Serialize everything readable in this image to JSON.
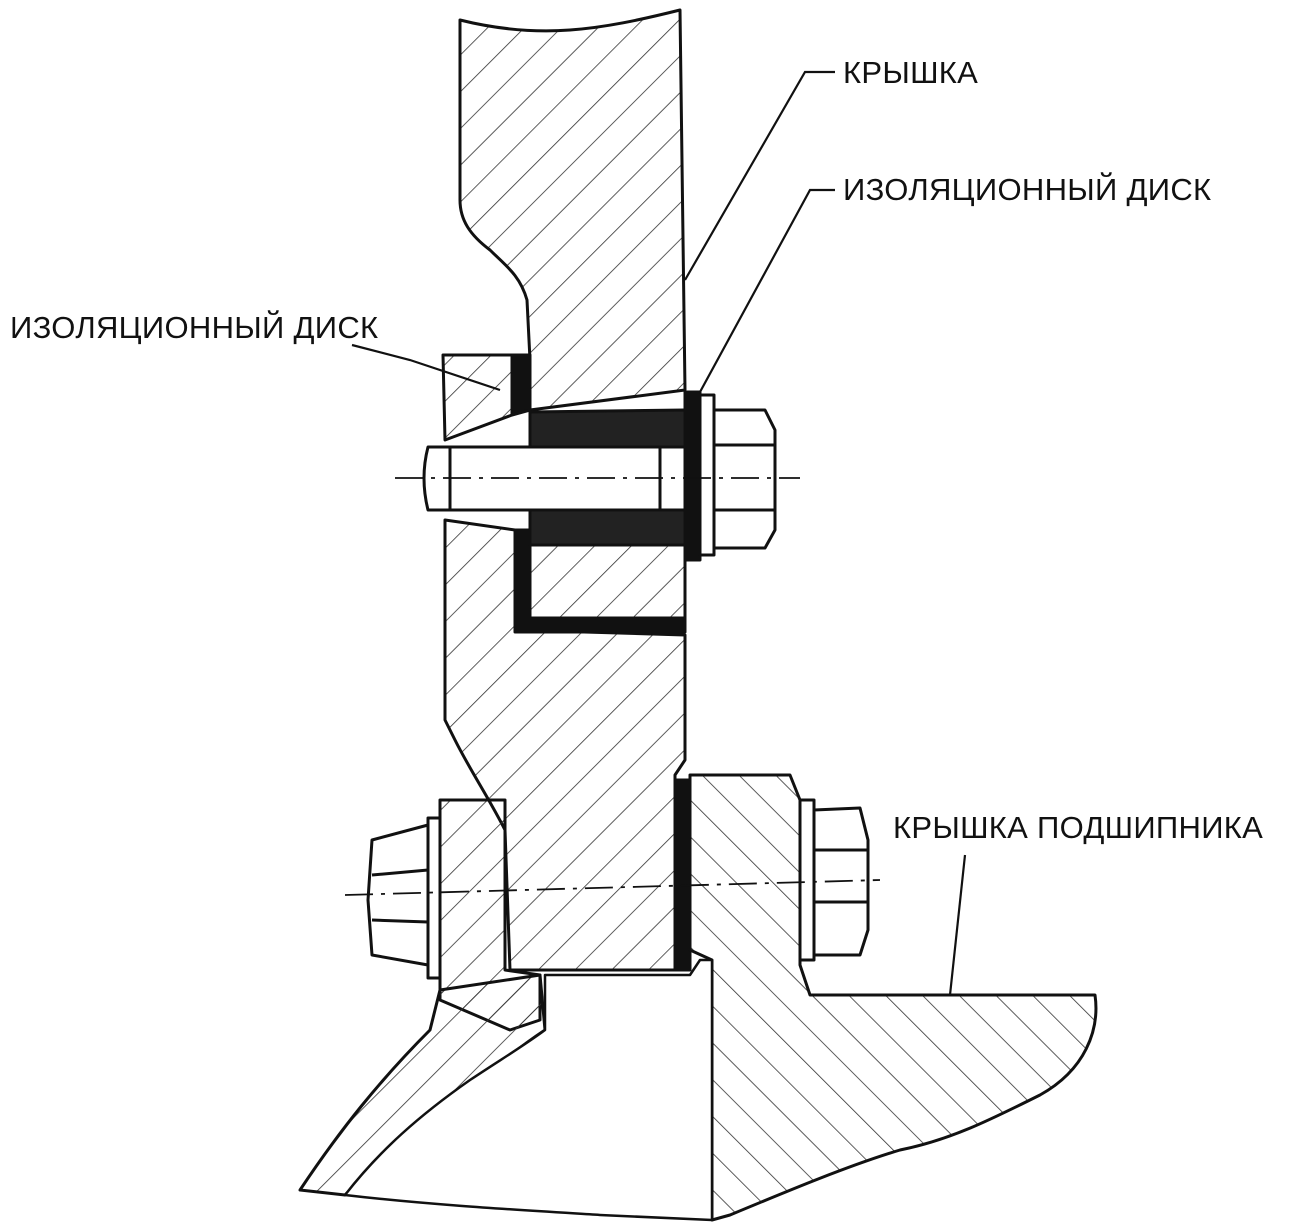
{
  "labels": {
    "cover": "КРЫШКА",
    "insulating_disk_right": "ИЗОЛЯЦИОННЫЙ ДИСК",
    "insulating_disk_left": "ИЗОЛЯЦИОННЫЙ ДИСК",
    "bearing_cover": "КРЫШКА ПОДШИПНИКА"
  },
  "colors": {
    "ink": "#111111",
    "hatch": "#333333",
    "paper": "#ffffff"
  }
}
